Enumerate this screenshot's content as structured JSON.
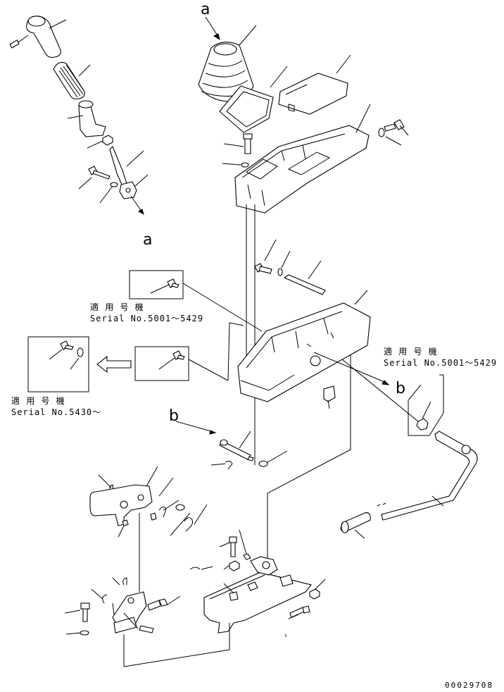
{
  "callouts": {
    "a_top": "a",
    "a_bottom": "a",
    "b_right": "b",
    "b_left": "b"
  },
  "serial_groups": [
    {
      "jp": "適 用 号 機",
      "serial": "Serial No.5001～5429"
    },
    {
      "jp": "適 用 号 機",
      "serial": "Serial No.5430～"
    },
    {
      "jp": "適 用 号 機",
      "serial": "Serial No.5001～5429"
    }
  ],
  "drawing_number": "00029708"
}
